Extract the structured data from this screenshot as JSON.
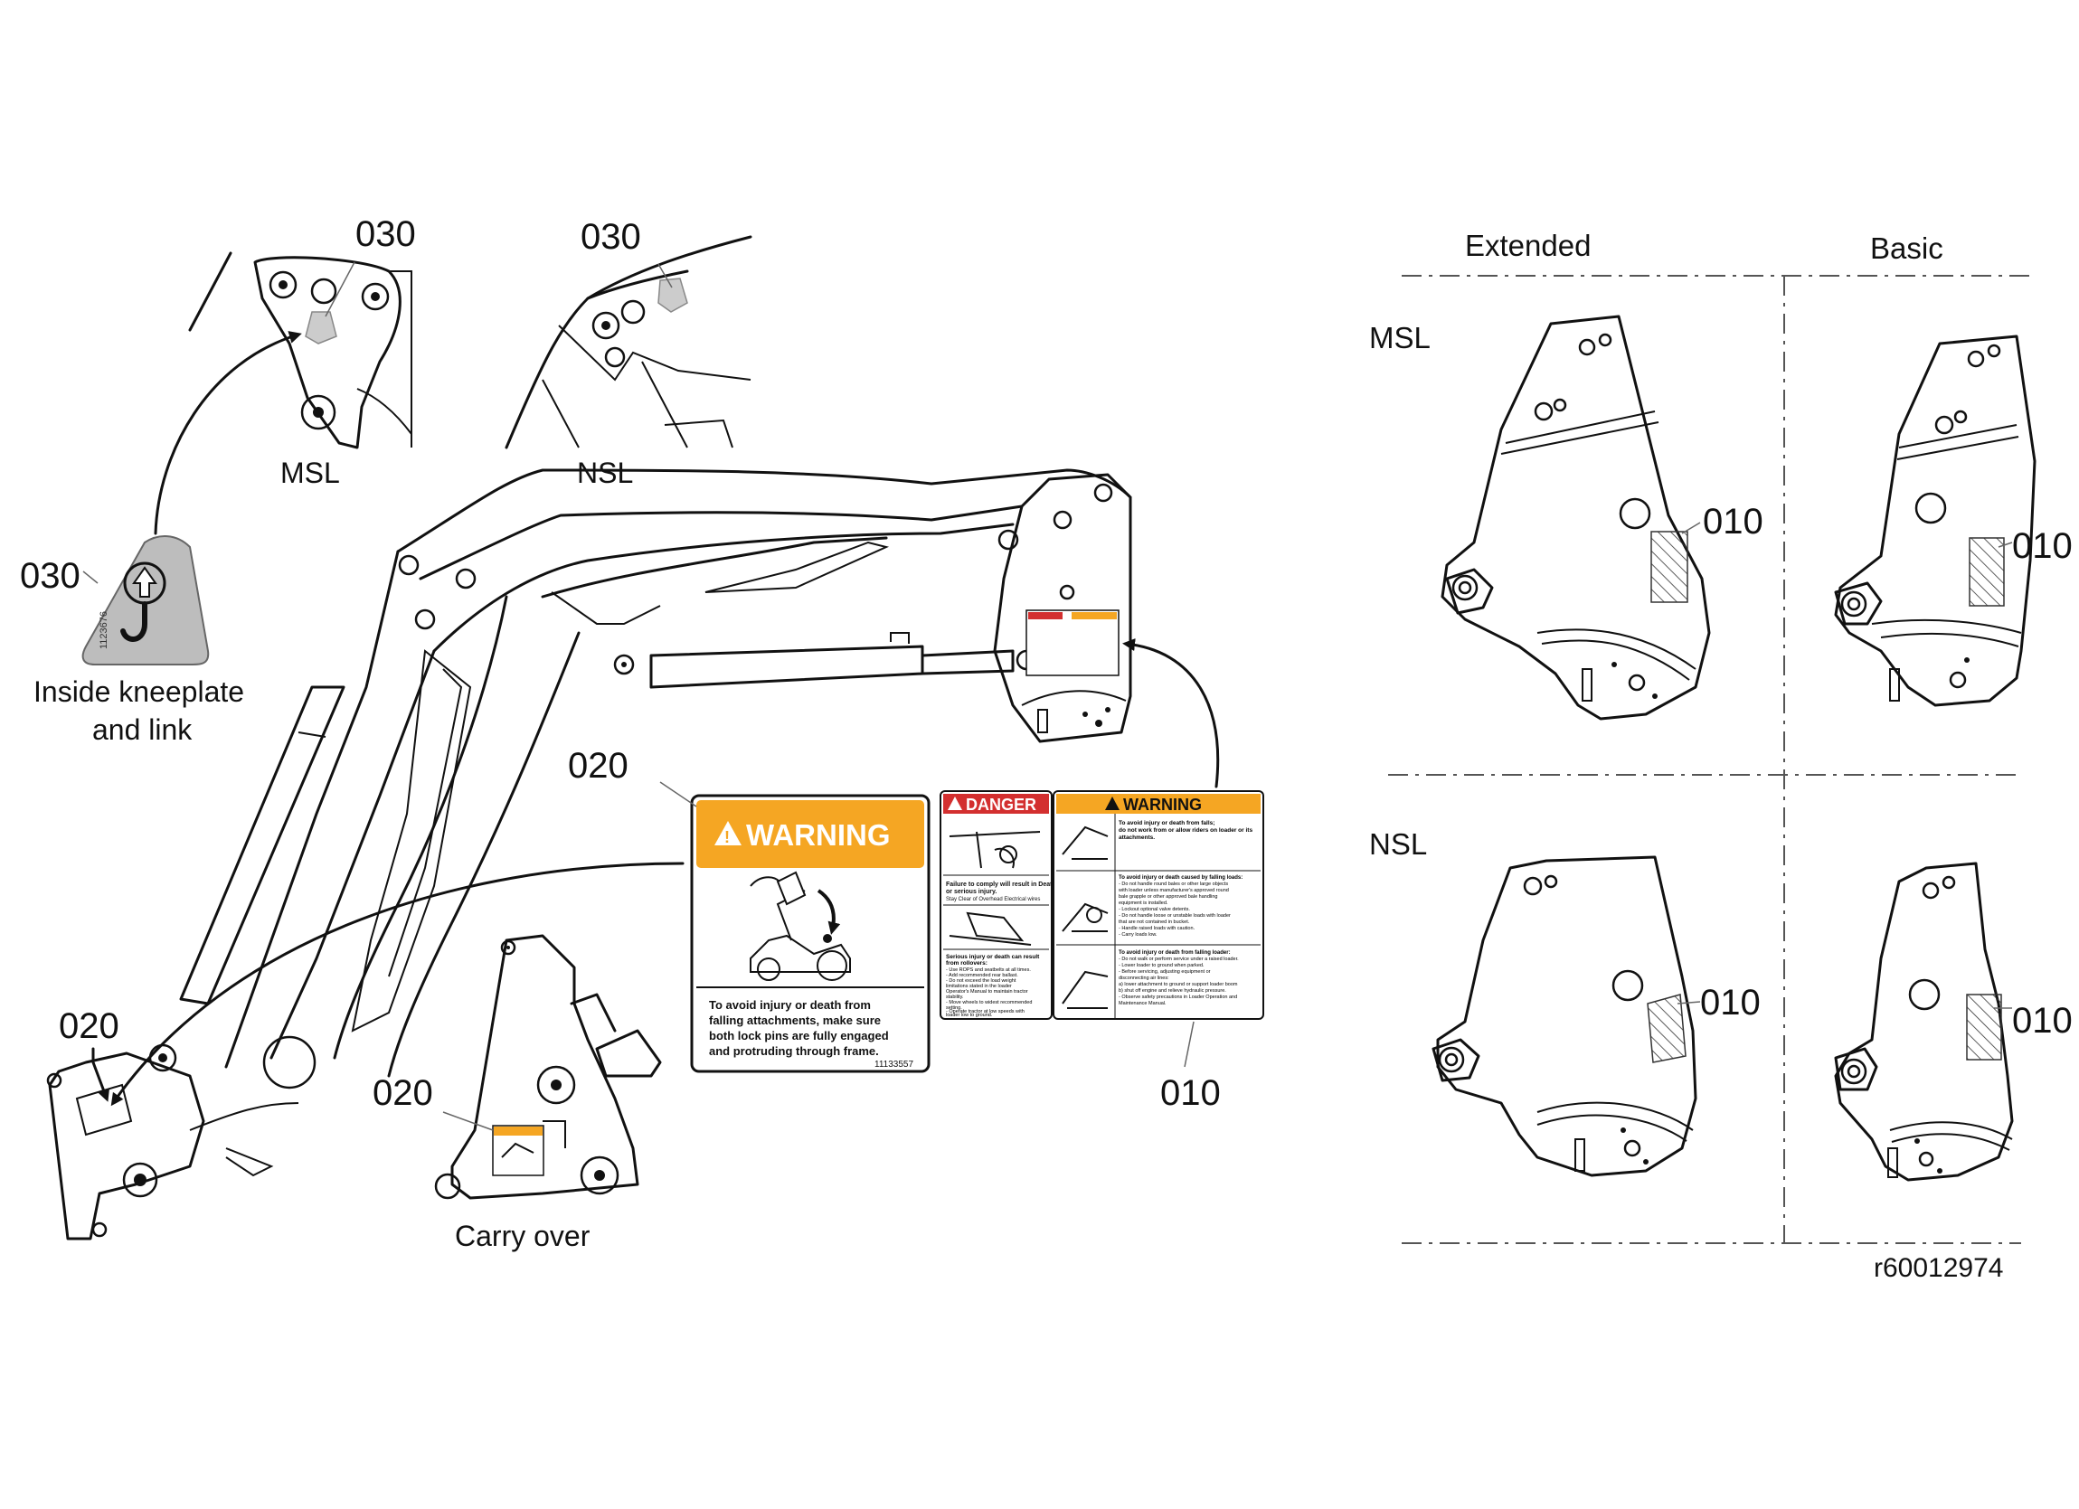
{
  "figure_id": "r60012974",
  "headers": {
    "extended": "Extended",
    "basic": "Basic"
  },
  "rows": {
    "msl": "MSL",
    "nsl": "NSL"
  },
  "callouts": {
    "c030_msl": "030",
    "c030_nsl": "030",
    "c030_icon": "030",
    "c020_main": "020",
    "c020_knee": "020",
    "c020_carry": "020",
    "c010_label": "010",
    "c010_msl_ext": "010",
    "c010_msl_basic": "010",
    "c010_nsl_ext": "010",
    "c010_nsl_basic": "010"
  },
  "captions": {
    "msl": "MSL",
    "nsl": "NSL",
    "inside_kneeplate": "Inside kneeplate",
    "and_link": "and link",
    "carry_over": "Carry over"
  },
  "decal_020": {
    "heading": "WARNING",
    "lines": [
      "To avoid injury or death from",
      "falling attachments, make sure",
      "both lock pins are fully engaged",
      "and protruding through frame."
    ],
    "part_number": "11133557"
  },
  "decal_010": {
    "danger_heading": "DANGER",
    "warning_heading": "WARNING",
    "danger_lines": [
      "Failure to comply will result in Death",
      "or serious injury.",
      "Stay Clear of Overhead Electrical wires"
    ],
    "danger_lines_2": [
      "Serious injury or death can result",
      "from rollovers:",
      "- Use ROPS and seatbelts at all times.",
      "- Add recommended rear ballast.",
      "- Do not exceed the load weight",
      "  limitations stated in the loader",
      "  Operator's Manual to maintain tractor",
      "  stability.",
      "- Move wheels to widest recommended",
      "  setting.",
      "- Operate tractor at low speeds with",
      "  loader low to ground."
    ],
    "warning_lines_1": [
      "To avoid injury or death from falls;",
      "do not work from or allow riders on loader or its",
      "attachments."
    ],
    "warning_lines_2": [
      "To avoid injury or death caused by falling loads:",
      "- Do not handle round bales or other large objects",
      "  with loader unless manufacturer's approved round",
      "  bale grapple or other approved bale handling",
      "  equipment is installed.",
      "- Lockout optional valve detents.",
      "- Do not handle loose or unstable loads with loader",
      "  that are not contained in bucket.",
      "- Handle raised loads with caution.",
      "- Carry loads low."
    ],
    "warning_lines_3": [
      "To avoid injury or death from falling loader:",
      "- Do not walk or perform service under a raised loader.",
      "- Lower loader to ground when parked.",
      "- Before servicing, adjusting equipment or",
      "  disconnecting air lines:",
      "  a) lower attachment to ground or support loader boom",
      "  b) shut off engine and relieve hydraulic pressure.",
      "- Observe safety precautions in Loader Operation and",
      "  Maintenance Manual."
    ]
  },
  "icon_030": {
    "part_number": "1123676"
  }
}
